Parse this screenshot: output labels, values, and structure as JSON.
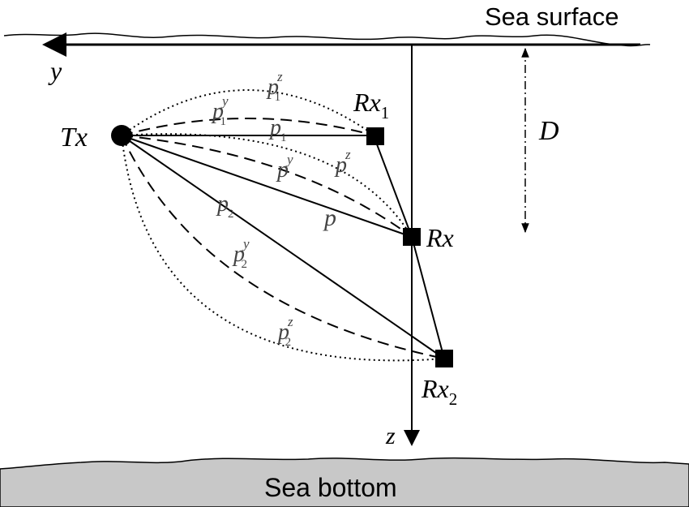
{
  "labels": {
    "sea_surface": "Sea surface",
    "sea_bottom": "Sea bottom",
    "y_axis": "y",
    "z_axis": "z",
    "depth": "D",
    "tx": "Tx",
    "rx": "Rx",
    "rx1": {
      "main": "Rx",
      "sub": "1"
    },
    "rx2": {
      "main": "Rx",
      "sub": "2"
    },
    "paths": {
      "p": {
        "main": "p"
      },
      "pz": {
        "main": "p",
        "sup": "z"
      },
      "py": {
        "main": "p",
        "sup": "y"
      },
      "p1": {
        "main": "p",
        "sub": "1"
      },
      "p1y": {
        "main": "p",
        "sub": "1",
        "sup": "y"
      },
      "p1z": {
        "main": "p",
        "sub": "1",
        "sup": "z"
      },
      "p2": {
        "main": "p",
        "sub": "2"
      },
      "p2y": {
        "main": "p",
        "sub": "2",
        "sup": "y"
      },
      "p2z": {
        "main": "p",
        "sub": "2",
        "sup": "z"
      }
    }
  },
  "colors": {
    "line": "#000000",
    "sea_bottom_fill": "#c8c8c8",
    "background": "#ffffff"
  },
  "line_styles": {
    "direct_path": "solid",
    "y_path": "dashed",
    "z_path": "dotted",
    "depth_indicator": "dash-dot"
  }
}
